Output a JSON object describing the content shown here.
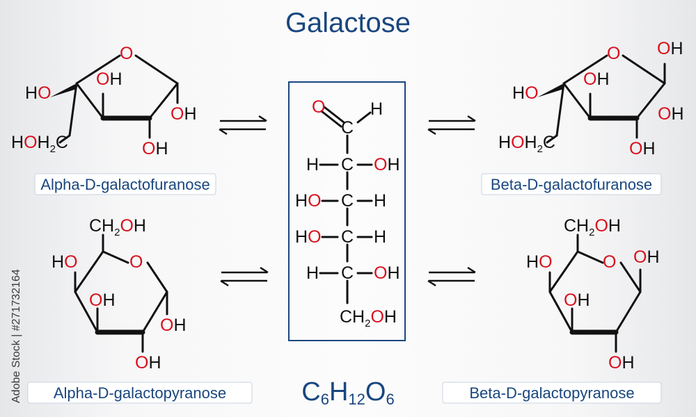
{
  "title": "Galactose",
  "formula": {
    "c": "C",
    "c_n": "6",
    "h": "H",
    "h_n": "12",
    "o": "O",
    "o_n": "6"
  },
  "labels": {
    "alpha_furanose": "Alpha-D-galactofuranose",
    "beta_furanose": "Beta-D-galactofuranose",
    "alpha_pyranose": "Alpha-D-galactopyranose",
    "beta_pyranose": "Beta-D-galactopyranose"
  },
  "watermark": "Adobe Stock | #271732164",
  "atoms": {
    "O": "O",
    "OH": "OH",
    "HO": "HO",
    "H": "H",
    "HOH2C": "HOH",
    "HOH2C_sub": "2",
    "HOH2C_C": "C",
    "CH2OH_CH": "CH",
    "CH2OH_sub": "2",
    "CH2OH_OH": "OH",
    "C": "C"
  },
  "colors": {
    "accent": "#19467e",
    "oxygen": "#d8101c",
    "bond": "#111111"
  }
}
